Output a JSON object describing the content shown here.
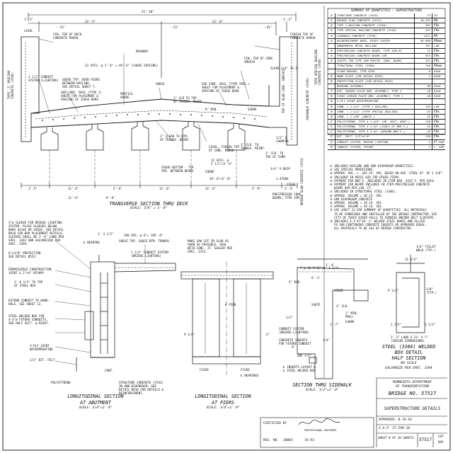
{
  "transverse": {
    "caption": "TRANSVERSE SECTION THRU DECK",
    "scale": "SCALE: 3/8\" = 1'-0\"",
    "dim_top": "52'-10\"",
    "dim_left": "22'-5\"",
    "dim_right": "22'-0\"",
    "dim_left_small": "-.52'",
    "dim_mid_small": "-.52'",
    "dim_right_small": "-.01'",
    "dim_1_3a": "1'-3\"",
    "dim_1_3b": "1'-3\"",
    "dim_3_10a": "3'-10\"",
    "dim_3_10b": "3'-10\"",
    "level": "LEVEL",
    "labels": {
      "fin_top_left": "FIN. TOP OF DECK\nCONCRETE ROUGH",
      "fin_top_sw": "FIN. TOP OF\nCONC. SMOOTH",
      "finish_top_right": "FINISH TOP OF\nCONCRETE ROUGH",
      "fin_top_conc_smooth": "FIN. TOP OF CONC.\nSMOOTH",
      "roadway": "ROADWAY",
      "spacing": "33 SPCS. @ 1'-6\" = 49'-6\" (5403E SPACING)",
      "conduit": "1 1/2\" CONDUIT\nSYSTEM (LIGHTING)",
      "s605e": "S605E TYP. OVER PIERS\nBETWEEN RAILING\nSEE DETAIL SHEET 7.",
      "see_conc_rail": "SEE CONC. RAIL (TYPE J)\nSHEET FOR PLACEMENT &\nSPACING OF 1503E BARS",
      "profile_grade": "PROFILE\nGRADE",
      "s801e": "S801E",
      "see_conc_rail_spec": "SEE CONC. RAIL (TYPE SPEC.)\nSHEET FOR PLACEMENT &\nSPACING OF 1503E BARS",
      "clr_top": "1\" CLR TO TOP\nOF TRANSV. REINF.",
      "min9": "9\" MIN.",
      "s409e": "S409E",
      "clear_btm": "1\" CLEAR TO BTM.\nOF TRANSV. REINF.",
      "level_finish": "LEVEL, FINISH TOP\nOF CONC. ROUGH",
      "spcs12": "12 SPCS. @\n5 1/2\"=5'-6\"",
      "s504e": "S504E BOTTOM - TYP.\nSPA. BETWEEN BEAMS",
      "s408e": "S408E",
      "dim_20": "20'-0\"=5'-0\"",
      "clr_3": "3\" CLR. TO\nTRANSV. REINF.",
      "chamfer": "1/2\" X\nCHAMFER",
      "clr_toe": "3\" CLR. TO\nTOE OF CURB",
      "v_drip": "3/4\" V DRIP",
      "top_slab": "TOP OF SLAB CONC. SURFACE",
      "prestressed": "PRESTRESSED CONC.\nBEAMS, TYPE 45M",
      "b706": "1.4706E",
      "s504e_r": "S504E",
      "type_j": "TYPE 'J' RAILING\nCONCRETE (3Y46)",
      "bridge_slab": "BRIDGE SLAB CONCRETE (3Y33)",
      "sidewalk_conc": "SIDEWALK CONCRETE (3Y46)",
      "type_spec_rail": "TYPE SPECIAL RAILING\nCONCRETE (3Y46)",
      "slope": "SLOPE 3/4\" TO 1'",
      "spacing_bot": [
        "3'-5\"",
        "11'-6\"",
        "5'-9\"",
        "11'-6\"",
        "11'-6\"",
        "5'-9\"",
        "3'-5\""
      ],
      "dim_8_6": "8'-6\"",
      "dim_1_11": "11'-6\""
    }
  },
  "longitudinal_abutment": {
    "caption": "LONGITUDINAL SECTION",
    "caption2": "AT ABUTMENT",
    "scale": "SCALE: 3/4\"=1'-0\"",
    "notes": {
      "sleeve": "3\"ø SLEEVE FOR BRIDGE LIGHTING\nSYSTEM. PLACE SLEEVES BELOW\nBARS S414E OR S403E. SEE DETAIL\nB810 FOR BAR PLACEMENT DETAILS.\nSLEEVES SHALL BE 2'-6\" LONG PER\nSPEC. 3362 AND GALVANIZED PER\nSPEC. 3394.",
      "protection": "6\"x3/8\" PROTECTION\nSEE DETAIL B553.",
      "expansion": "PERMISSIBLE CONSTRUCTION\nJOINT & 2\"x4\" KEYWAY",
      "one_top": "1'-6 1/2\" TO TOP\nOF STEEL BOX",
      "conduit_hand": "EXTEND CONDUIT TO HAND-\nHOLE. SEE SHEET 12.",
      "steel_box": "STEEL WELDED BOX FOR\n4-4\"ø FUTURE CONDUITS.\nSEE HALF SECT. @ RIGHT.",
      "ply": "3-PLY JOINT\nWATERPROOFING",
      "felt": "1/2\" BIT. FELT",
      "bearing": "℄ BEARING",
      "dim_1_3_2": "1'-3 1/2\"",
      "spcs": "390 SPS. @ 6\"= 195'-0\"",
      "s801e_top": "S801E TOP, S602E BTM. TRANSV.",
      "conduit": "1 1/2\" CONDUIT SYSTEM\n(BRIDGE LIGHTING)",
      "struct_conc": "STRUCTURE CONCRETE (3Y43)\nIN END DIAPHRAGM. SEE\nDETAIL B910 FOR DETAILS &\nREINFORCEMENT.",
      "cont": "CONT.",
      "poly": "POLYSTYRENE"
    }
  },
  "longitudinal_piers": {
    "caption": "LONGITUDINAL SECTION",
    "caption2": "AT PIERS",
    "scale": "SCALE: 3/4\"=1'-0\"",
    "notes": {
      "saw_cut": "MAKE SAW CUT IN SLAB AS\nSOON AS POSSIBLE. SEAL\nWITH CONC. JT. SEALER PER\nSPEC. 3723.",
      "pier": "℄ PIER",
      "fixed_l": "FIXED",
      "fixed_r": "FIXED",
      "bearings": "℄ BEARINGS",
      "dim": "9 1/2\"",
      "dim2": "2\""
    }
  },
  "sidewalk": {
    "caption": "SECTION THRU SIDEWALK",
    "scale": "SCALE: 1/2\"=1'-0\"",
    "notes": {
      "top": "1'-4\"",
      "dim_spc": "7 @ 10 9/16\"=6'-1 3/4\"",
      "rad": "5\" RAD.",
      "dim6": "6'-1\"",
      "s503e": "1503E",
      "s407e": "S407E",
      "clr3": "3\" CLR.",
      "conduit": "CONDUIT SYSTEM\n(BRIDGE LIGHTING)",
      "future": "CONCRETE INSERTS\nFOR FUTURE CONDUIT",
      "inserts": "℄ INSERTS LAYOUT &\n℄ STEEL WELDED BOX",
      "dim3_4": "3/4\"",
      "dim7": "1'-7\"",
      "dim1_2": "1/2\"",
      "dim9": "9\"",
      "min": "1\" MIN.\nPROJ.",
      "s408e": "S408E",
      "three_bars": "3B5 1/2\""
    }
  },
  "box_detail": {
    "caption": "STEEL (3306) WELDED",
    "caption2": "BOX DETAIL",
    "caption3": "HALF SECTION",
    "scale": "NO SCALE",
    "galv": "GALVANIZE PER SPEC. 3394",
    "fillet": "1/4\" FILLET\nWELD (TYP.)",
    "dim_top": "11 1/2\"",
    "typ": "3/8\"\n(TYP.)",
    "insert": "2'-2\" LONG X 23' X 7\"\n(INSIDE DIMENSIONS)",
    "sv": "9 1/2\"",
    "dim1": "1 1/2\"",
    "dim2": "1 1/2\""
  },
  "quantities": {
    "title": "SUMMARY OF QUANTITIES — SUPERSTRUCTURE",
    "rows": [
      {
        "n": "①",
        "item": "STRUCTURE CONCRETE (3Y43)",
        "q": "27",
        "u": "CU. YD."
      },
      {
        "n": "①",
        "item": "BRIDGE SLAB CONCRETE (3Y33)",
        "q": "10,333",
        "u": "SQ. FT."
      },
      {
        "n": "②",
        "item": "TYPE J RAILING CONCRETE (3Y46)",
        "q": "197",
        "u": "LIN. FT."
      },
      {
        "n": "②",
        "item": "TYPE SPECIAL RAILING CONCRETE (3Y46)",
        "q": "197",
        "u": "LIN. FT."
      },
      {
        "n": "②",
        "item": "SIDEWALK CONCRETE (3Y46)",
        "q": "1411",
        "u": "SQ. FT."
      },
      {
        "n": "②",
        "item": "REINFORCEMENT BARS, EPOXY COATED",
        "q": "98,900",
        "u": "POUND"
      },
      {
        "n": "",
        "item": "ORNAMENTAL METAL RAILING",
        "q": "197",
        "u": "LIN. FT."
      },
      {
        "n": "③",
        "item": "PRESTRESSED CONCRETE BEAMS, TYPE 45M-63",
        "q": "15",
        "u": "LIN. FT."
      },
      {
        "n": "④",
        "item": "PRESTRESSED CONCRETE BEAMS 45M",
        "q": "975",
        "u": "LIN. FT."
      },
      {
        "n": "⑤",
        "item": "SHIPPL FOR TYPE 45M PRESTR. CONC. BEAMS",
        "q": "322",
        "u": "LIN. FT."
      },
      {
        "n": "",
        "item": "STRUCTURAL STEEL (3306)",
        "q": "730",
        "u": "POUND"
      },
      {
        "n": "",
        "item": "FLOOR DRAINS, TYPE B702",
        "q": "6",
        "u": "EACH"
      },
      {
        "n": "⑥",
        "item": "NAME PLATE (SEE DETAIL B703)",
        "q": "1",
        "u": "EACH"
      },
      {
        "n": "⑥",
        "item": "PROTECTION PLATE (SEE DETAIL B553)",
        "q": "",
        "u": ""
      },
      {
        "n": "",
        "item": "BEARING ASSEMBLY",
        "q": "30",
        "u": "EACH"
      },
      {
        "n": "⑦",
        "item": "EXP. CURVED PLATE BRG. ASSEMBLY, TYPE 2",
        "q": "10",
        "u": "EACH"
      },
      {
        "n": "⑧",
        "item": "FIXED CURVED PLATE BRG. ASSEMBLY, TYPE 1",
        "q": "20",
        "u": "EACH"
      },
      {
        "n": "⑨",
        "item": "3-PLY JOINT WATERPROOFING",
        "q": "",
        "u": ""
      },
      {
        "n": "⑩",
        "item": "CONN. = 1'x11\" (TYPE J RAILING)",
        "q": "135",
        "u": "LIN. FT."
      },
      {
        "n": "⑩",
        "item": "CONN. = 1'x11\" (TYPE SPECIAL RAILING)",
        "q": "25",
        "u": "LIN. FT."
      },
      {
        "n": "⑩",
        "item": "CONN. = 1'x18\" (ABUTS.)",
        "q": "22",
        "u": "LIN. FT."
      },
      {
        "n": "⑪",
        "item": "POLYSTYRENE, TYPE 4 1'x22\" (OR. SEAT, ABUT.)",
        "q": "110",
        "u": "LIN. FT."
      },
      {
        "n": "⑪",
        "item": "POLYSTYRENE, TYPE 4 1'x5\" (SIDES OF BRG'S.)",
        "q": "24",
        "u": "LIN. FT."
      },
      {
        "n": "⑪",
        "item": "POLYSTYRENE, TYPE 4 2'x5\" (BEHIND BRG'S.)",
        "q": "25",
        "u": "LIN. FT."
      },
      {
        "n": "⑫",
        "item": "BIT. FELT, 1/2\"x1'0\"",
        "q": "110",
        "u": "LIN. FT."
      },
      {
        "n": "⑬",
        "item": "CONDUIT SYSTEM, BRIDGE LIGHTING",
        "q": "1",
        "u": "L. SUM"
      },
      {
        "n": "⑭",
        "item": "CONDUIT SYSTEM, FUTURE",
        "q": "1",
        "u": "L. SUM"
      }
    ]
  },
  "notes": [
    {
      "n": "①",
      "t": "INCLUDES RAILING AND END DIAPHRAGM QUANTITIES."
    },
    {
      "n": "②",
      "t": "SEE SPECIAL PROVISIONS."
    },
    {
      "n": "③",
      "t": "APPROX. VOL. = .363 CU. YDS. BASED ON AVG. STOOL HT. OF 1 3/8\"."
    },
    {
      "n": "④",
      "t": "INCLUDED IN PRICE BID FOR OTHER ITEMS."
    },
    {
      "n": "⑤",
      "t": "PAYMENT FOR BRG'S. INCLUDED IN ITEM BRG. ASSY'S. PER EACH."
    },
    {
      "n": "⑥",
      "t": "PAYMENT FOR BEAMS INCLUDED IN ITEM PRESTRESSED CONCRETE\nBEAMS 45M PER LIN. FT."
    },
    {
      "n": "⑦",
      "t": "INCLUDED IN STRUCTURAL STEEL (3306)."
    },
    {
      "n": "⑧",
      "t": "APPROX. VOLUME = 20 CU. YDS."
    },
    {
      "n": "⑨",
      "t": "END DIAPHRAGM CONCRETE."
    },
    {
      "n": "⑩",
      "t": "APPROX. VOLUME = 18 CU. YDS."
    },
    {
      "n": "⑪",
      "t": "APPROX. VOLUME = 50 CU. YDS."
    },
    {
      "n": "⑫",
      "t": "SEE SHEET 12 FOR SUMMARY OF QUANTITIES. ALL MATERIALS\nTO BE FURNISHED AND INSTALLED BY THE BRIDGE CONTRACTOR, EXC.\nCITY OF THIEF RIVER FALLS TO FURNISH ANCHOR BOLT CLUSTERS."
    },
    {
      "n": "⑬",
      "t": "INCLUDES 2-2'X7\"X2'-1\" WELDED STEEL BOXES AND ALLIED\nPS 348 CONTINUOUS CONCRETE INSERTS OR APPROVED EQUAL.\nALL MATERIALS TO BE F&I BY BRIDGE CONTRACTOR."
    }
  ],
  "title_block": {
    "agency1": "MINNESOTA DEPARTMENT",
    "agency2": "OF TRANSPORTATION",
    "bridge": "BRIDGE NO. 57517",
    "sheet_title": "SUPERSTRUCTURE DETAILS",
    "approved": "APPROVED: 8-16-93",
    "sap": "S.A.P. 57-598-26",
    "sheet_no": "SHEET 8 OF 30 SHEETS",
    "bridge_small": "57517",
    "code": "CSP",
    "code2": "DAD"
  },
  "certified": {
    "label": "CERTIFIED BY",
    "engineer": "PROFESSIONAL ENGINEER",
    "reg_label": "REG. NO.",
    "reg_no": "20865",
    "date": "19.93"
  }
}
